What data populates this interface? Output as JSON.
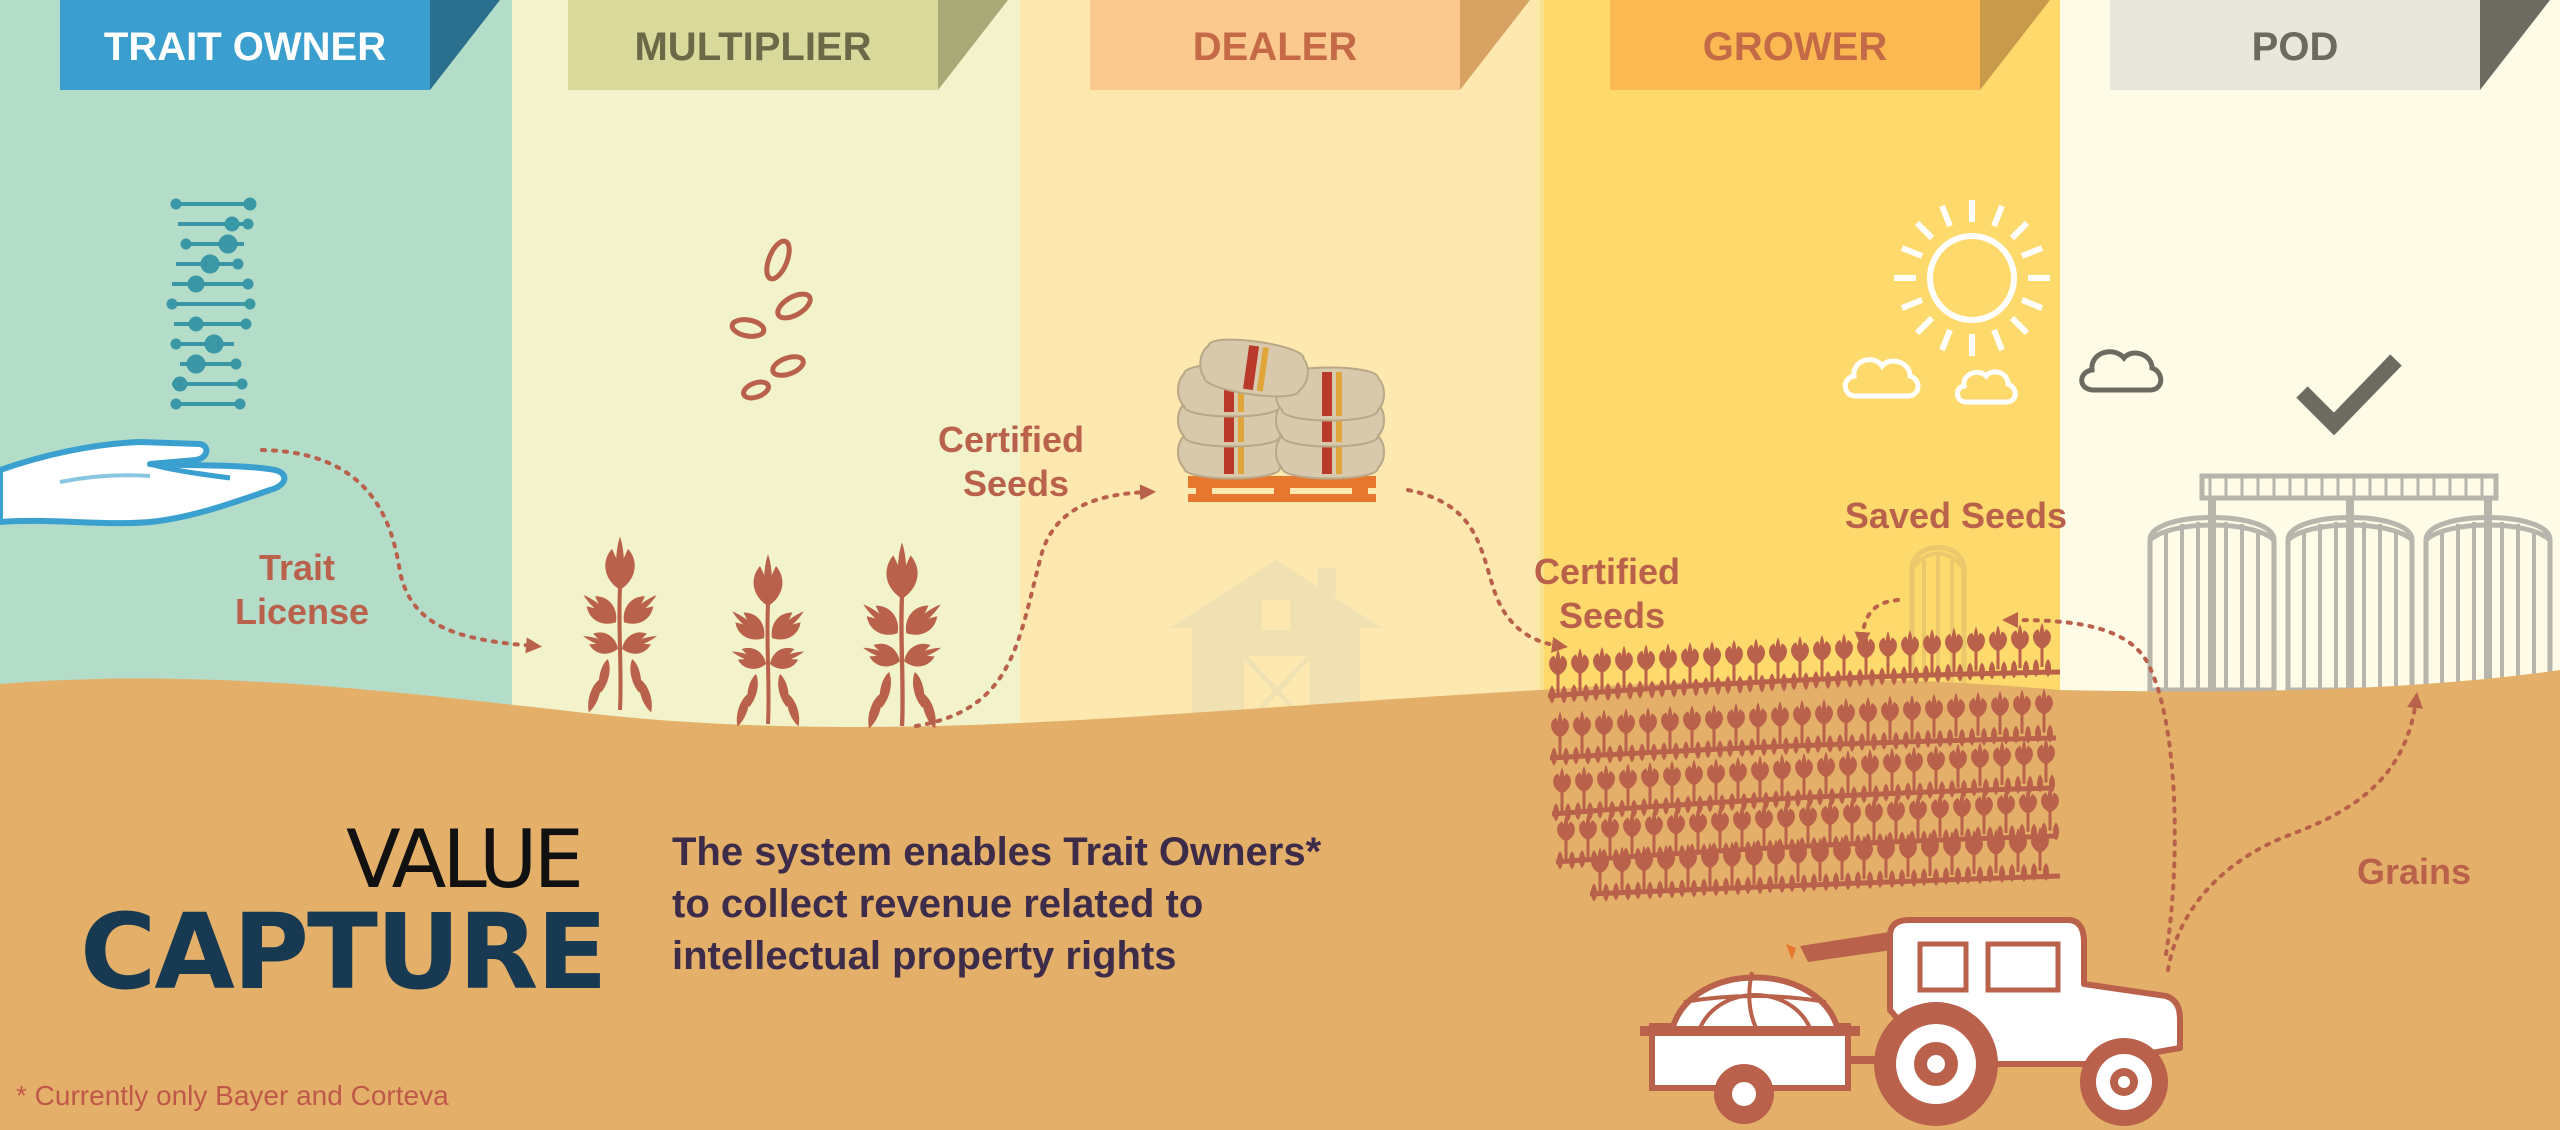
{
  "stages": [
    {
      "label": "TRAIT OWNER",
      "bg": "#b3dcc9",
      "tab_fill": "#3a9fcf",
      "tab_dark": "#2a6f8e",
      "label_color": "#ffffff"
    },
    {
      "label": "MULTIPLIER",
      "bg": "#f2f3ca",
      "tab_fill": "#d8d99b",
      "tab_dark": "#a9a978",
      "label_color": "#6b6a48"
    },
    {
      "label": "DEALER",
      "bg": "#fde8b0",
      "tab_fill": "#fbc88d",
      "tab_dark": "#d8a362",
      "label_color": "#c46a47"
    },
    {
      "label": "GROWER",
      "bg": "#fed96c",
      "tab_fill": "#fcb951",
      "tab_dark": "#c99a4b",
      "label_color": "#c46a47"
    },
    {
      "label": "POD",
      "bg": "#fefbe6",
      "tab_fill": "#e9e6dc",
      "tab_dark": "#6d6a61",
      "label_color": "#6b6a60"
    }
  ],
  "flow_labels": {
    "trait_license": [
      "Trait",
      "License"
    ],
    "certified_seeds_1": [
      "Certified",
      "Seeds"
    ],
    "certified_seeds_2": [
      "Certified",
      "Seeds"
    ],
    "saved_seeds": "Saved Seeds",
    "grains": "Grains"
  },
  "value_capture": {
    "line1": "VALUE",
    "line2": "CAPTURE",
    "description": [
      "The system enables Trait Owners*",
      "to collect revenue related to",
      "intellectual property rights"
    ]
  },
  "footnote": "* Currently only Bayer and Corteva",
  "icons": [
    "dna-icon",
    "hand-icon",
    "seeds-icon",
    "soybean-plant-icon",
    "seed-bags-icon",
    "barn-icon",
    "sun-icon",
    "cloud-icon",
    "soybean-field-icon",
    "silo-icon",
    "tractor-icon",
    "trailer-icon",
    "checkmark-icon"
  ],
  "colors": {
    "ground": "#e4b069",
    "accent": "#b9614a",
    "text_dark": "#3d2b4a",
    "title_dark": "#173a52"
  }
}
